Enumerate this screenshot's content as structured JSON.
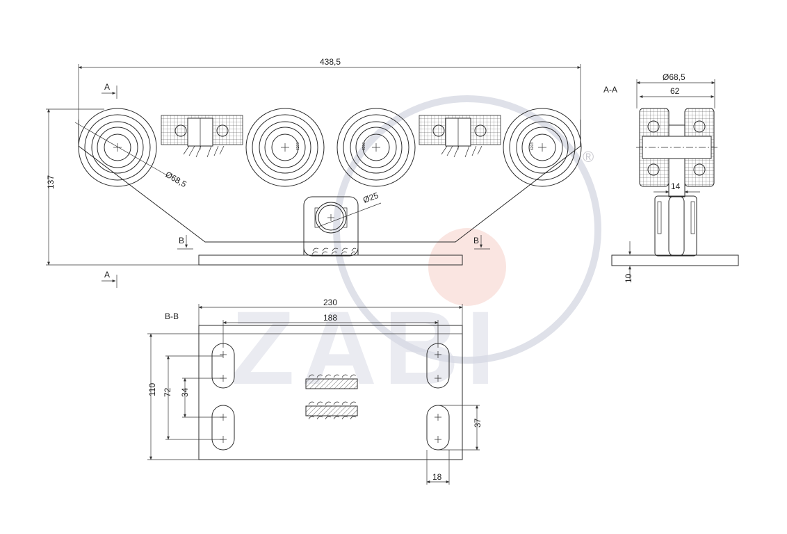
{
  "watermark": {
    "brand": "ZABI",
    "registered_mark": "®",
    "ring_color": "#d7d9e4",
    "dot_color": "#f5d0c8"
  },
  "front_view": {
    "overall_length": "438,5",
    "height": "137",
    "wheel_diameter": "Ø68,5",
    "pivot_diameter": "Ø25",
    "section_a_label": "A",
    "section_b_label": "B",
    "bearing_mark": "6203"
  },
  "side_view": {
    "title": "A-A",
    "wheel_diameter": "Ø68,5",
    "width": "62",
    "gap": "14",
    "plate_thickness": "10"
  },
  "plan_view": {
    "title": "B-B",
    "plate_length": "230",
    "hole_spacing_x": "188",
    "plate_width": "110",
    "hole_spacing_y_outer": "72",
    "hole_spacing_y_inner": "34",
    "slot_length": "37",
    "slot_width": "18"
  }
}
